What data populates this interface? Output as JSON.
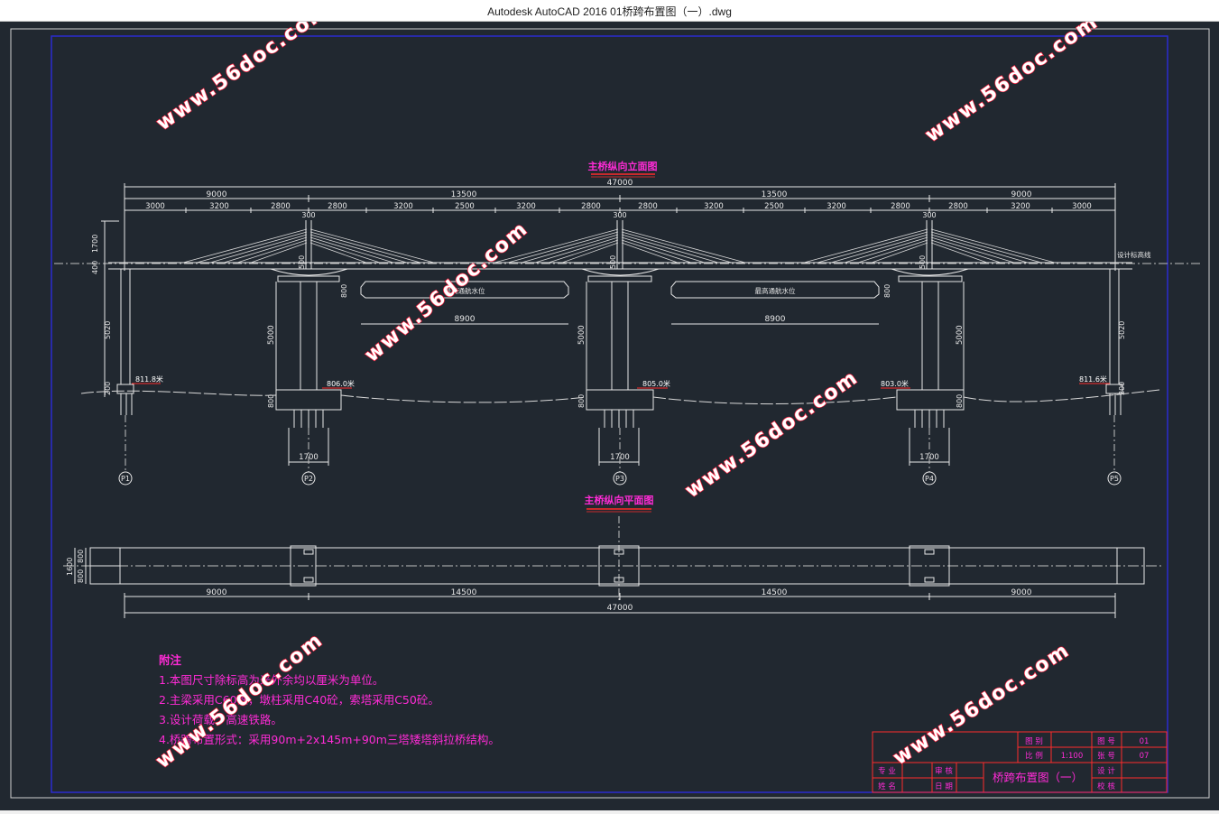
{
  "window": {
    "title": "Autodesk AutoCAD 2016    01桥跨布置图（一）.dwg"
  },
  "colors": {
    "background": "#212830",
    "line": "#e8e8e8",
    "magenta": "#ff2bd6",
    "red": "#ff2b2b",
    "blue": "#2a2ad0",
    "title_bg": "#ffffff"
  },
  "drawing": {
    "elevation_title": "主桥纵向立面图",
    "plan_title": "主桥纵向平面图",
    "total_length": "47000",
    "spans_top": [
      "9000",
      "13500",
      "13500",
      "9000"
    ],
    "segments_top": [
      "3000",
      "3200",
      "2800",
      "2800",
      "3200",
      "2500",
      "3200",
      "2800",
      "2800",
      "3200",
      "2500",
      "3200",
      "2800",
      "2800",
      "3200",
      "3000"
    ],
    "tower_width": "300",
    "left_vertical_dims": [
      "1700",
      "400",
      "5020",
      "200"
    ],
    "right_vertical_dims": [
      "5020",
      "200"
    ],
    "pier_heights": [
      "5000",
      "5000",
      "5000"
    ],
    "tower_dims": [
      "500",
      "500",
      "500"
    ],
    "cap_heights": [
      "800",
      "800",
      "800"
    ],
    "foundation_widths": [
      "1700",
      "1700",
      "1700"
    ],
    "beam_depth": [
      "800",
      "800"
    ],
    "navigation_width": [
      "8900",
      "8900"
    ],
    "water_level": "最高通航水位",
    "design_line": "设计标高线",
    "elevations": [
      "811.8米",
      "806.0米",
      "805.0米",
      "803.0米",
      "811.6米"
    ],
    "piers": [
      "P1",
      "P2",
      "P3",
      "P4",
      "P5"
    ],
    "plan_width_dims": [
      "1600",
      "800",
      "800"
    ],
    "plan_spans": [
      "9000",
      "14500",
      "14500",
      "9000"
    ],
    "plan_total": "47000"
  },
  "notes": {
    "title": "附注",
    "items": [
      "1.本图尺寸除标高为米外余均以厘米为单位。",
      "2.主梁采用C60砼，墩柱采用C40砼，索塔采用C50砼。",
      "3.设计荷载：高速铁路。",
      "4.桥跨布置形式：采用90m+2x145m+90m三塔矮塔斜拉桥结构。"
    ]
  },
  "title_block": {
    "fields": [
      "图 别",
      "比 例",
      "1:100",
      "图 号",
      "01",
      "张 号",
      "07",
      "专 业",
      "审 核",
      "姓 名",
      "日 期",
      "设 计",
      "校 核"
    ],
    "drawing_name": "桥跨布置图（一）"
  },
  "watermark": "www.56doc.com"
}
